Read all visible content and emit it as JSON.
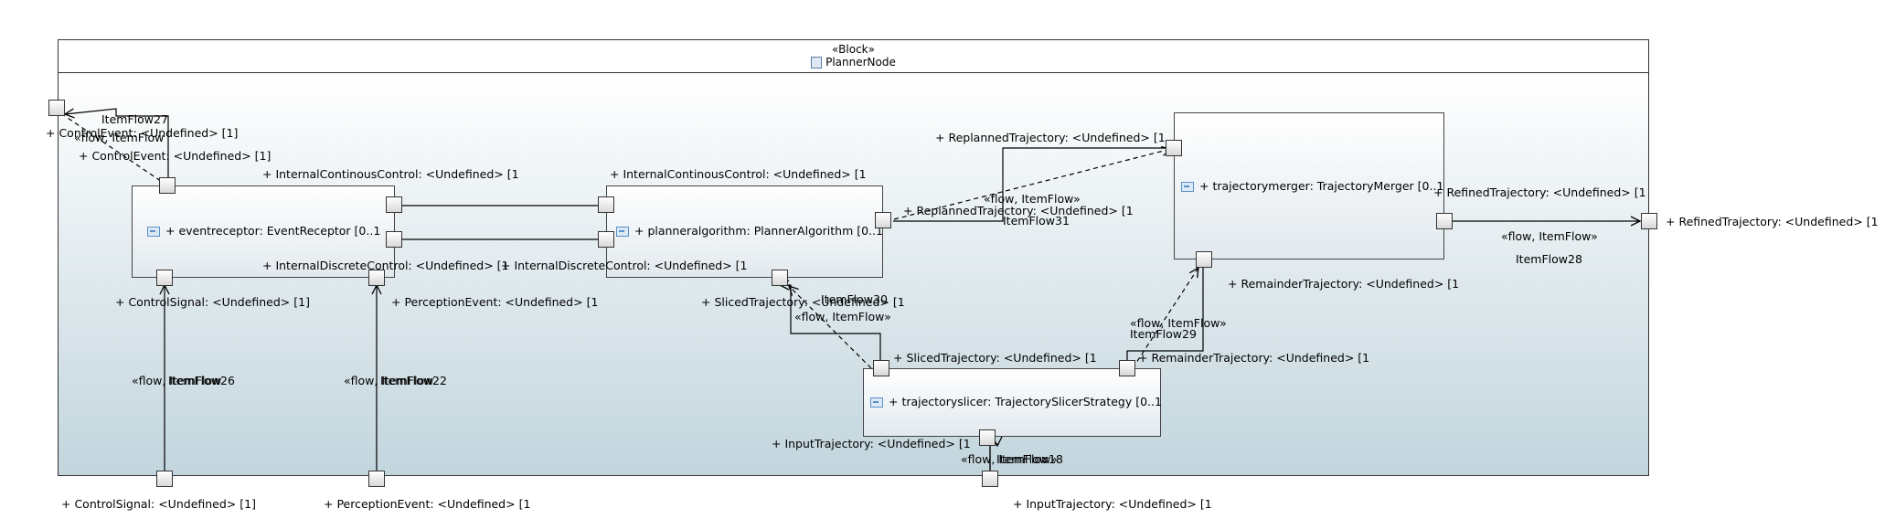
{
  "block": {
    "stereotype": "«Block»",
    "name": "PlannerNode"
  },
  "parts": {
    "eventreceptor": "+ eventreceptor: EventReceptor [0..1",
    "planneralgorithm": "+ planneralgorithm: PlannerAlgorithm [0..1",
    "trajectorymerger": "+ trajectorymerger: TrajectoryMerger [0..1",
    "trajectoryslicer": "+ trajectoryslicer: TrajectorySlicerStrategy [0..1"
  },
  "port_labels": {
    "control_event_frame": "+ ControlEvent: <Undefined> [1]",
    "control_event_er": "+ ControlEvent: <Undefined> [1]",
    "internal_continous_er": "+ InternalContinousControl: <Undefined> [1",
    "internal_discrete_er": "+ InternalDiscreteControl: <Undefined> [1",
    "control_signal_er": "+ ControlSignal: <Undefined> [1]",
    "perception_event_er": "+ PerceptionEvent: <Undefined> [1",
    "internal_continous_pa": "+ InternalContinousControl: <Undefined> [1",
    "internal_discrete_pa": "+ InternalDiscreteControl: <Undefined> [1",
    "replanned_pa": "+ ReplannedTrajectory: <Undefined> [1",
    "sliced_pa": "+ SlicedTrajectory: <Undefined> [1",
    "replanned_tm": "+ ReplannedTrajectory: <Undefined> [1",
    "refined_tm": "+ RefinedTrajectory: <Undefined> [1",
    "remainder_tm": "+ RemainderTrajectory: <Undefined> [1",
    "refined_frame": "+ RefinedTrajectory: <Undefined> [1",
    "sliced_ts": "+ SlicedTrajectory: <Undefined> [1",
    "remainder_ts": "+ RemainderTrajectory: <Undefined> [1",
    "input_ts": "+ InputTrajectory: <Undefined> [1",
    "control_signal_frame": "+ ControlSignal: <Undefined> [1]",
    "perception_event_frame": "+ PerceptionEvent: <Undefined> [1",
    "input_frame": "+ InputTrajectory: <Undefined> [1"
  },
  "flow_labels": {
    "flow_stereotype": "«flow, ItemFlow»",
    "flow_stereotype_short": "«flow, ItemFlow",
    "itemflow27": "ItemFlow27",
    "itemflow31": "ItemFlow31",
    "itemflow28": "ItemFlow28",
    "itemflow30": "ItemFlow30",
    "itemflow29": "ItemFlow29",
    "itemflow26": "ItemFlow26",
    "itemflow22": "ItemFlow22",
    "itemflow18": "ItemFlow18"
  }
}
